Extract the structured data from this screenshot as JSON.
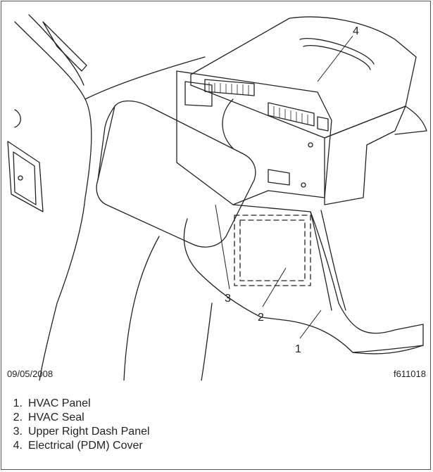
{
  "callouts": [
    {
      "number": "1",
      "label": "HVAC Panel"
    },
    {
      "number": "2",
      "label": "HVAC Seal"
    },
    {
      "number": "3",
      "label": "Upper Right Dash Panel"
    },
    {
      "number": "4",
      "label": "Electrical (PDM) Cover"
    }
  ],
  "date": "09/05/2008",
  "figure_id": "f611018",
  "legend": [
    {
      "number": "1.",
      "label": "HVAC Panel"
    },
    {
      "number": "2.",
      "label": "HVAC Seal"
    },
    {
      "number": "3.",
      "label": "Upper Right Dash Panel"
    },
    {
      "number": "4.",
      "label": "Electrical (PDM) Cover"
    }
  ]
}
